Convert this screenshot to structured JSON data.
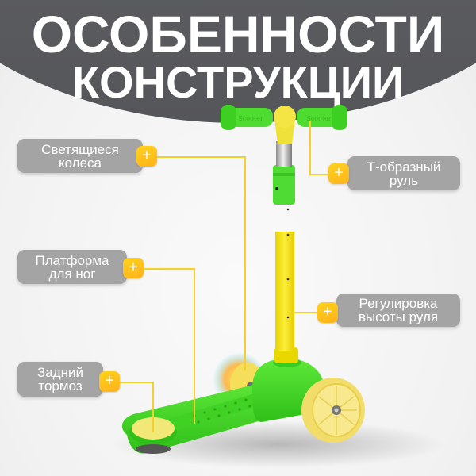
{
  "header": {
    "title_line1": "ОСОБЕННОСТИ",
    "title_line2": "КОНСТРУКЦИИ"
  },
  "product": {
    "handlebar_grip_text": "Scooter",
    "colors": {
      "deck": "#46d62a",
      "stem": "#f2e21c",
      "wheels": "#f6e27a",
      "accent": "#f5cf2a",
      "header_bg": "#606165",
      "callout_bg": "#a4a4a4"
    }
  },
  "callouts": [
    {
      "id": "lights",
      "line1": "Светящиеся",
      "line2": "колеса",
      "badge": "+"
    },
    {
      "id": "platform",
      "line1": "Платформа",
      "line2": "для ног",
      "badge": "+"
    },
    {
      "id": "brake",
      "line1": "Задний",
      "line2": "тормоз",
      "badge": "+"
    },
    {
      "id": "handlebar",
      "line1": "Т-образный",
      "line2": "руль",
      "badge": "+"
    },
    {
      "id": "height",
      "line1": "Регулировка",
      "line2": "высоты руля",
      "badge": "+"
    }
  ]
}
